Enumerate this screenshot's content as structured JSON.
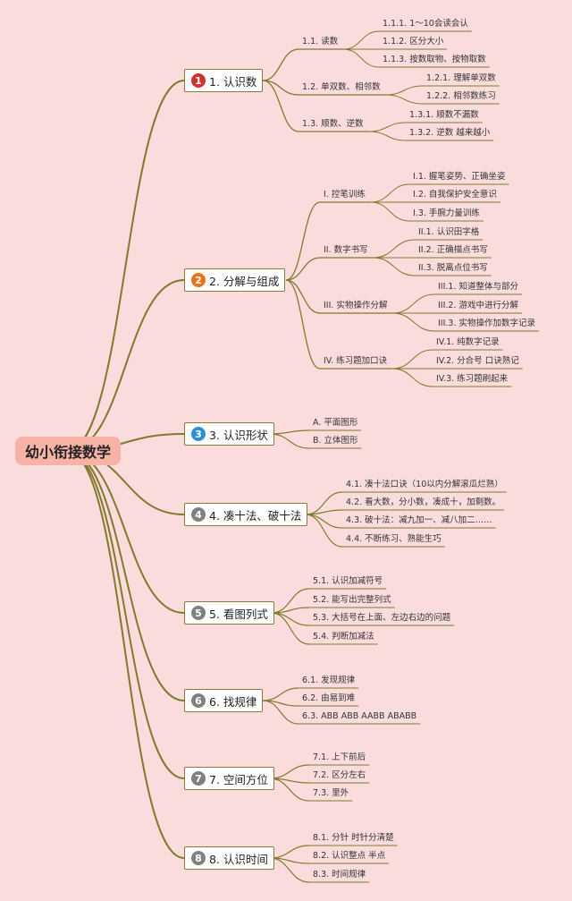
{
  "root": {
    "title": "幼小衔接数学"
  },
  "colors": {
    "line": "#7f7a2e",
    "background": "#fbdcdc",
    "root_fill": "#f7b2a6"
  },
  "branches": [
    {
      "number": "1",
      "badge_color": "#d0312d",
      "label": "1. 认识数",
      "subs": [
        {
          "label": "1.1. 读数",
          "items": [
            "1.1.1. 1～10会读会认",
            "1.1.2. 区分大小",
            "1.1.3. 按数取物、按物取数"
          ]
        },
        {
          "label": "1.2. 单双数、相邻数",
          "items": [
            "1.2.1. 理解单双数",
            "1.2.2. 相邻数练习"
          ]
        },
        {
          "label": "1.3. 顺数、逆数",
          "items": [
            "1.3.1. 顺数不漏数",
            "1.3.2. 逆数 越来越小"
          ]
        }
      ]
    },
    {
      "number": "2",
      "badge_color": "#e8731a",
      "label": "2. 分解与组成",
      "subs": [
        {
          "label": "I. 控笔训练",
          "items": [
            "I.1. 握笔姿势、正确坐姿",
            "I.2. 自我保护安全意识",
            "I.3. 手腕力量训练"
          ]
        },
        {
          "label": "II. 数字书写",
          "items": [
            "II.1. 认识田字格",
            "II.2. 正确描点书写",
            "II.3. 脱离点位书写"
          ]
        },
        {
          "label": "III. 实物操作分解",
          "items": [
            "III.1. 知道整体与部分",
            "III.2. 游戏中进行分解",
            "III.3. 实物操作加数字记录"
          ]
        },
        {
          "label": "IV. 练习题加口诀",
          "items": [
            "IV.1. 纯数字记录",
            "IV.2. 分合号 口诀熟记",
            "IV.3. 练习题刷起来"
          ]
        }
      ]
    },
    {
      "number": "3",
      "badge_color": "#2a8fd6",
      "label": "3. 认识形状",
      "items": [
        "A. 平面图形",
        "B. 立体图形"
      ]
    },
    {
      "number": "4",
      "badge_color": "#808080",
      "label": "4. 凑十法、破十法",
      "items": [
        "4.1. 凑十法口诀（10以内分解滚瓜烂熟）",
        "4.2. 看大数，分小数，凑成十，加剩数。",
        "4.3. 破十法：减九加一、减八加二……",
        "4.4. 不断练习、熟能生巧"
      ]
    },
    {
      "number": "5",
      "badge_color": "#808080",
      "label": "5. 看图列式",
      "items": [
        "5.1. 认识加减符号",
        "5.2. 能写出完整列式",
        "5.3. 大括号在上面、左边右边的问题",
        "5.4. 判断加减法"
      ]
    },
    {
      "number": "6",
      "badge_color": "#808080",
      "label": "6. 找规律",
      "items": [
        "6.1. 发现规律",
        "6.2. 由易到难",
        "6.3. ABB ABB AABB ABABB"
      ]
    },
    {
      "number": "7",
      "badge_color": "#808080",
      "label": "7. 空间方位",
      "items": [
        "7.1. 上下前后",
        "7.2. 区分左右",
        "7.3. 里外"
      ]
    },
    {
      "number": "8",
      "badge_color": "#808080",
      "label": "8. 认识时间",
      "items": [
        "8.1. 分针 时针分清楚",
        "8.2. 认识整点 半点",
        "8.3. 时间规律"
      ]
    }
  ]
}
